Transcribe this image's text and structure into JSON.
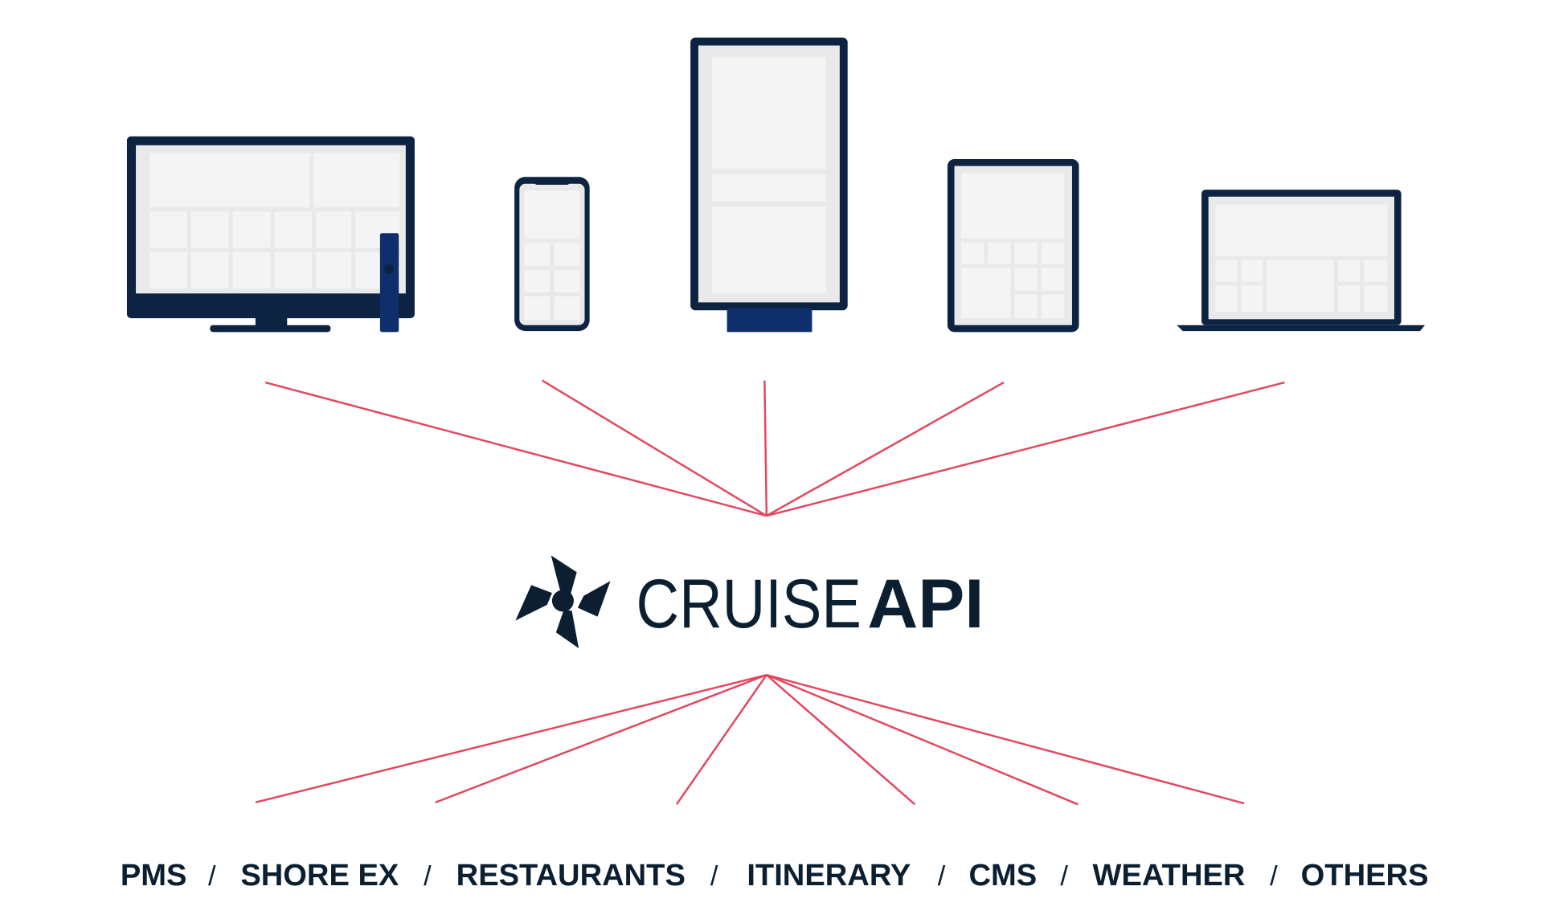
{
  "logo": {
    "text_light": "CRUISE",
    "text_bold": "API"
  },
  "devices": [
    "tv",
    "phone",
    "kiosk",
    "tablet",
    "laptop"
  ],
  "sources": [
    "PMS",
    "SHORE EX",
    "RESTAURANTS",
    "ITINERARY",
    "CMS",
    "WEATHER",
    "OTHERS"
  ],
  "separator": "/",
  "colors": {
    "navy": "#0d2342",
    "line": "#e2475f",
    "text": "#0b1f30"
  }
}
